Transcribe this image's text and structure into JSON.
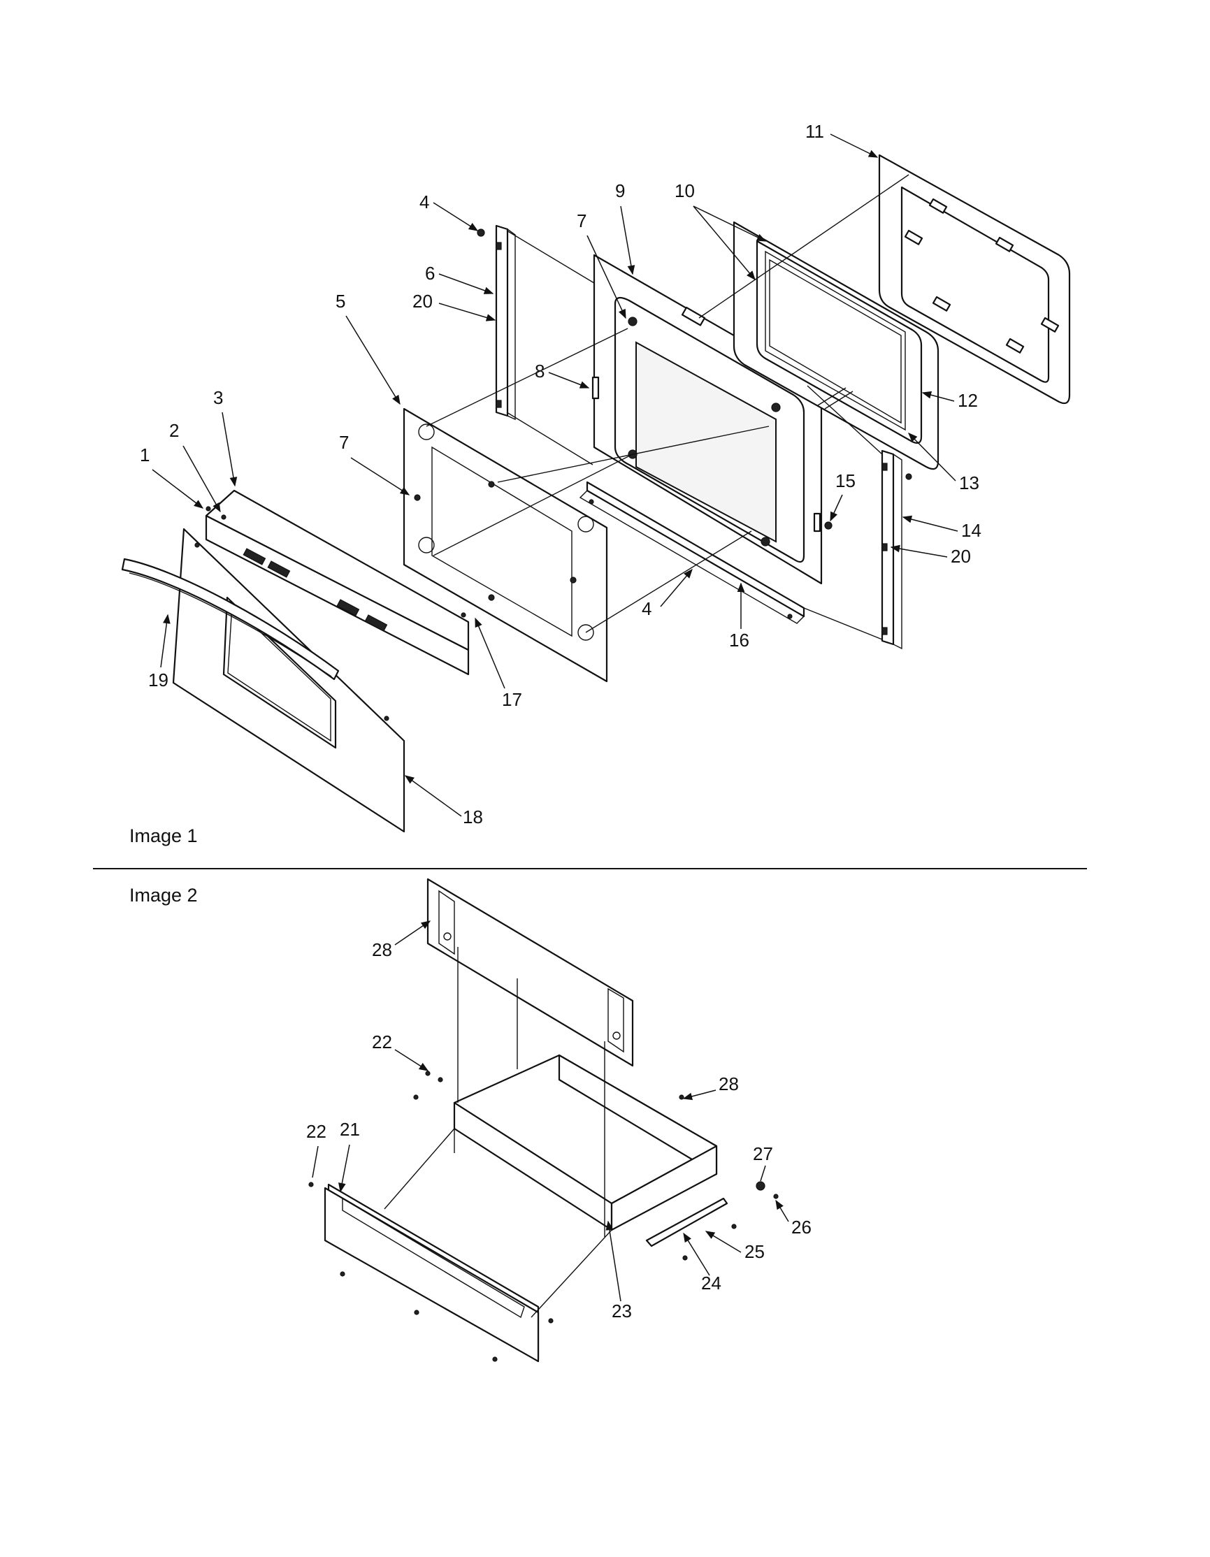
{
  "sections": [
    {
      "label": "Image 1"
    },
    {
      "label": "Image 2"
    }
  ],
  "callouts": {
    "c1": "1",
    "c2": "2",
    "c3": "3",
    "c4a": "4",
    "c4b": "4",
    "c5": "5",
    "c6": "6",
    "c7a": "7",
    "c7b": "7",
    "c8": "8",
    "c9": "9",
    "c10": "10",
    "c11": "11",
    "c12": "12",
    "c13": "13",
    "c14": "14",
    "c15": "15",
    "c16": "16",
    "c17": "17",
    "c18": "18",
    "c19": "19",
    "c20a": "20",
    "c20b": "20",
    "c21": "21",
    "c22a": "22",
    "c22b": "22",
    "c23": "23",
    "c24": "24",
    "c25": "25",
    "c26": "26",
    "c27": "27",
    "c28a": "28",
    "c28b": "28"
  }
}
